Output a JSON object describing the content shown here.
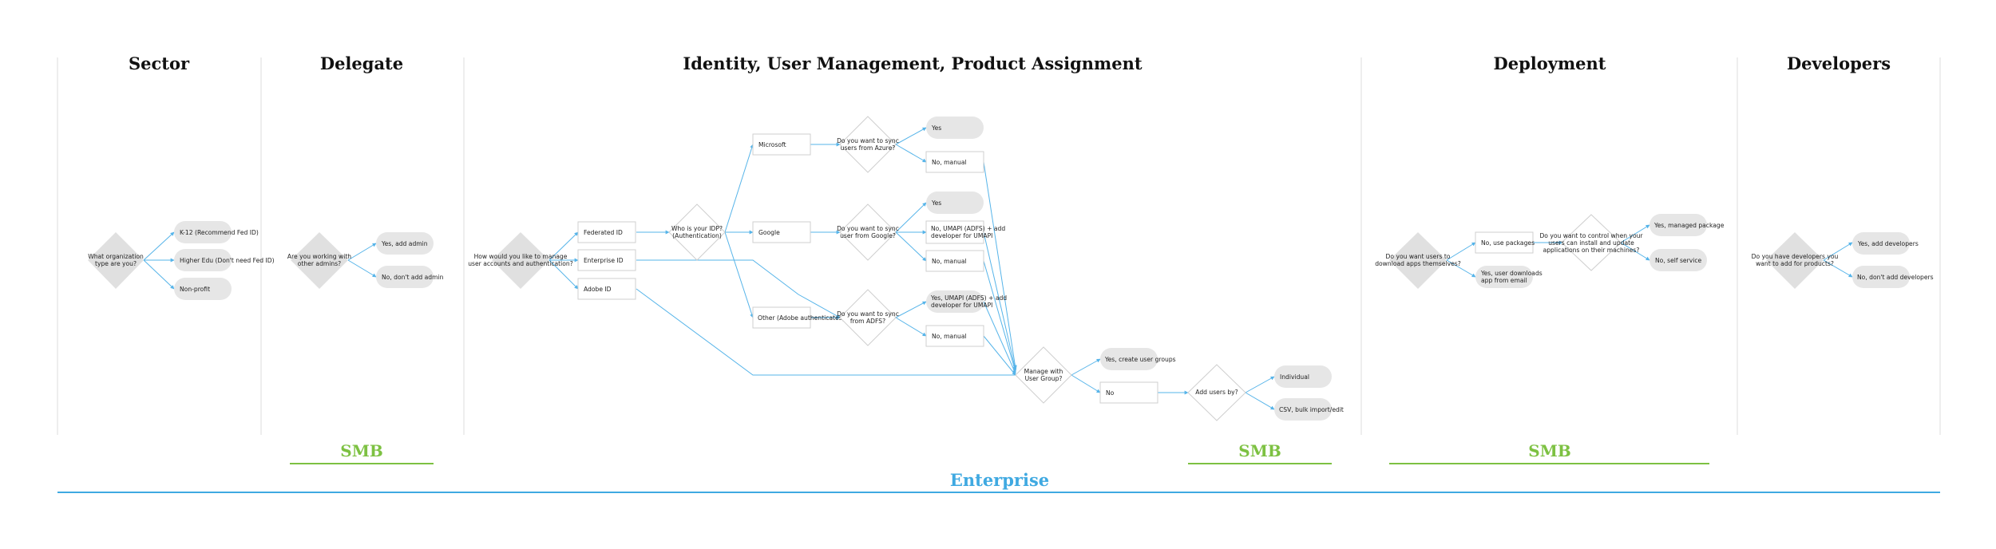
{
  "sections": {
    "sector": "Sector",
    "delegate": "Delegate",
    "identity": "Identity, User Management, Product Assignment",
    "deployment": "Deployment",
    "developers": "Developers"
  },
  "bands": {
    "smb": "SMB",
    "enterprise": "Enterprise"
  },
  "colors": {
    "edge": "#56b4e9",
    "smb": "#7dc142",
    "enterprise": "#3fa9e1",
    "node_fill": "#e6e6e6"
  },
  "nodes": {
    "sector_q": [
      "What organization",
      "type are you?"
    ],
    "k12": [
      "K-12 (Recommend Fed ID)"
    ],
    "higher_edu": [
      "Higher Edu (Don't need Fed ID)"
    ],
    "non_profit": [
      "Non-profit"
    ],
    "delegate_q": [
      "Are you working with",
      "other admins?"
    ],
    "yes_admin": [
      "Yes, add admin"
    ],
    "no_admin": [
      "No, don't add admin"
    ],
    "manage_q": [
      "How would you like to manage",
      "user accounts and authentication?"
    ],
    "federated_id": [
      "Federated ID"
    ],
    "enterprise_id": [
      "Enterprise ID"
    ],
    "adobe_id": [
      "Adobe ID"
    ],
    "idp_q": [
      "Who is your IDP?",
      "(Authentication)"
    ],
    "microsoft": [
      "Microsoft"
    ],
    "google": [
      "Google"
    ],
    "other_adobe": [
      "Other (Adobe authenticates)"
    ],
    "azure_q": [
      "Do you want to sync",
      "users from Azure?"
    ],
    "google_q": [
      "Do you want to sync",
      "user from Google?"
    ],
    "adfs_q": [
      "Do you want to sync",
      "from ADFS?"
    ],
    "azure_yes": [
      "Yes"
    ],
    "azure_no": [
      "No, manual"
    ],
    "google_yes": [
      "Yes"
    ],
    "google_umapi": [
      "No, UMAPI (ADFS) + add",
      "developer for UMAPI"
    ],
    "google_no": [
      "No, manual"
    ],
    "adfs_yes": [
      "Yes, UMAPI (ADFS) + add",
      "developer for UMAPI"
    ],
    "adfs_no": [
      "No, manual"
    ],
    "group_q": [
      "Manage with",
      "User Group?"
    ],
    "groups_yes": [
      "Yes, create user groups"
    ],
    "groups_no": [
      "No"
    ],
    "add_users_q": [
      "Add users by?"
    ],
    "individual": [
      "Individual"
    ],
    "csv": [
      "CSV, bulk import/edit"
    ],
    "download_q": [
      "Do you want users to",
      "download apps themselves?"
    ],
    "no_packages": [
      "No, use packages"
    ],
    "yes_downloads": [
      "Yes, user downloads",
      "app from email"
    ],
    "control_q": [
      "Do you want to control when your",
      "users can install and update",
      "applications on their machines?"
    ],
    "yes_managed": [
      "Yes, managed package"
    ],
    "no_self": [
      "No, self service"
    ],
    "developers_q": [
      "Do you have developers you",
      "want to add for products?"
    ],
    "yes_dev": [
      "Yes, add developers"
    ],
    "no_dev": [
      "No, don't add developers"
    ]
  }
}
